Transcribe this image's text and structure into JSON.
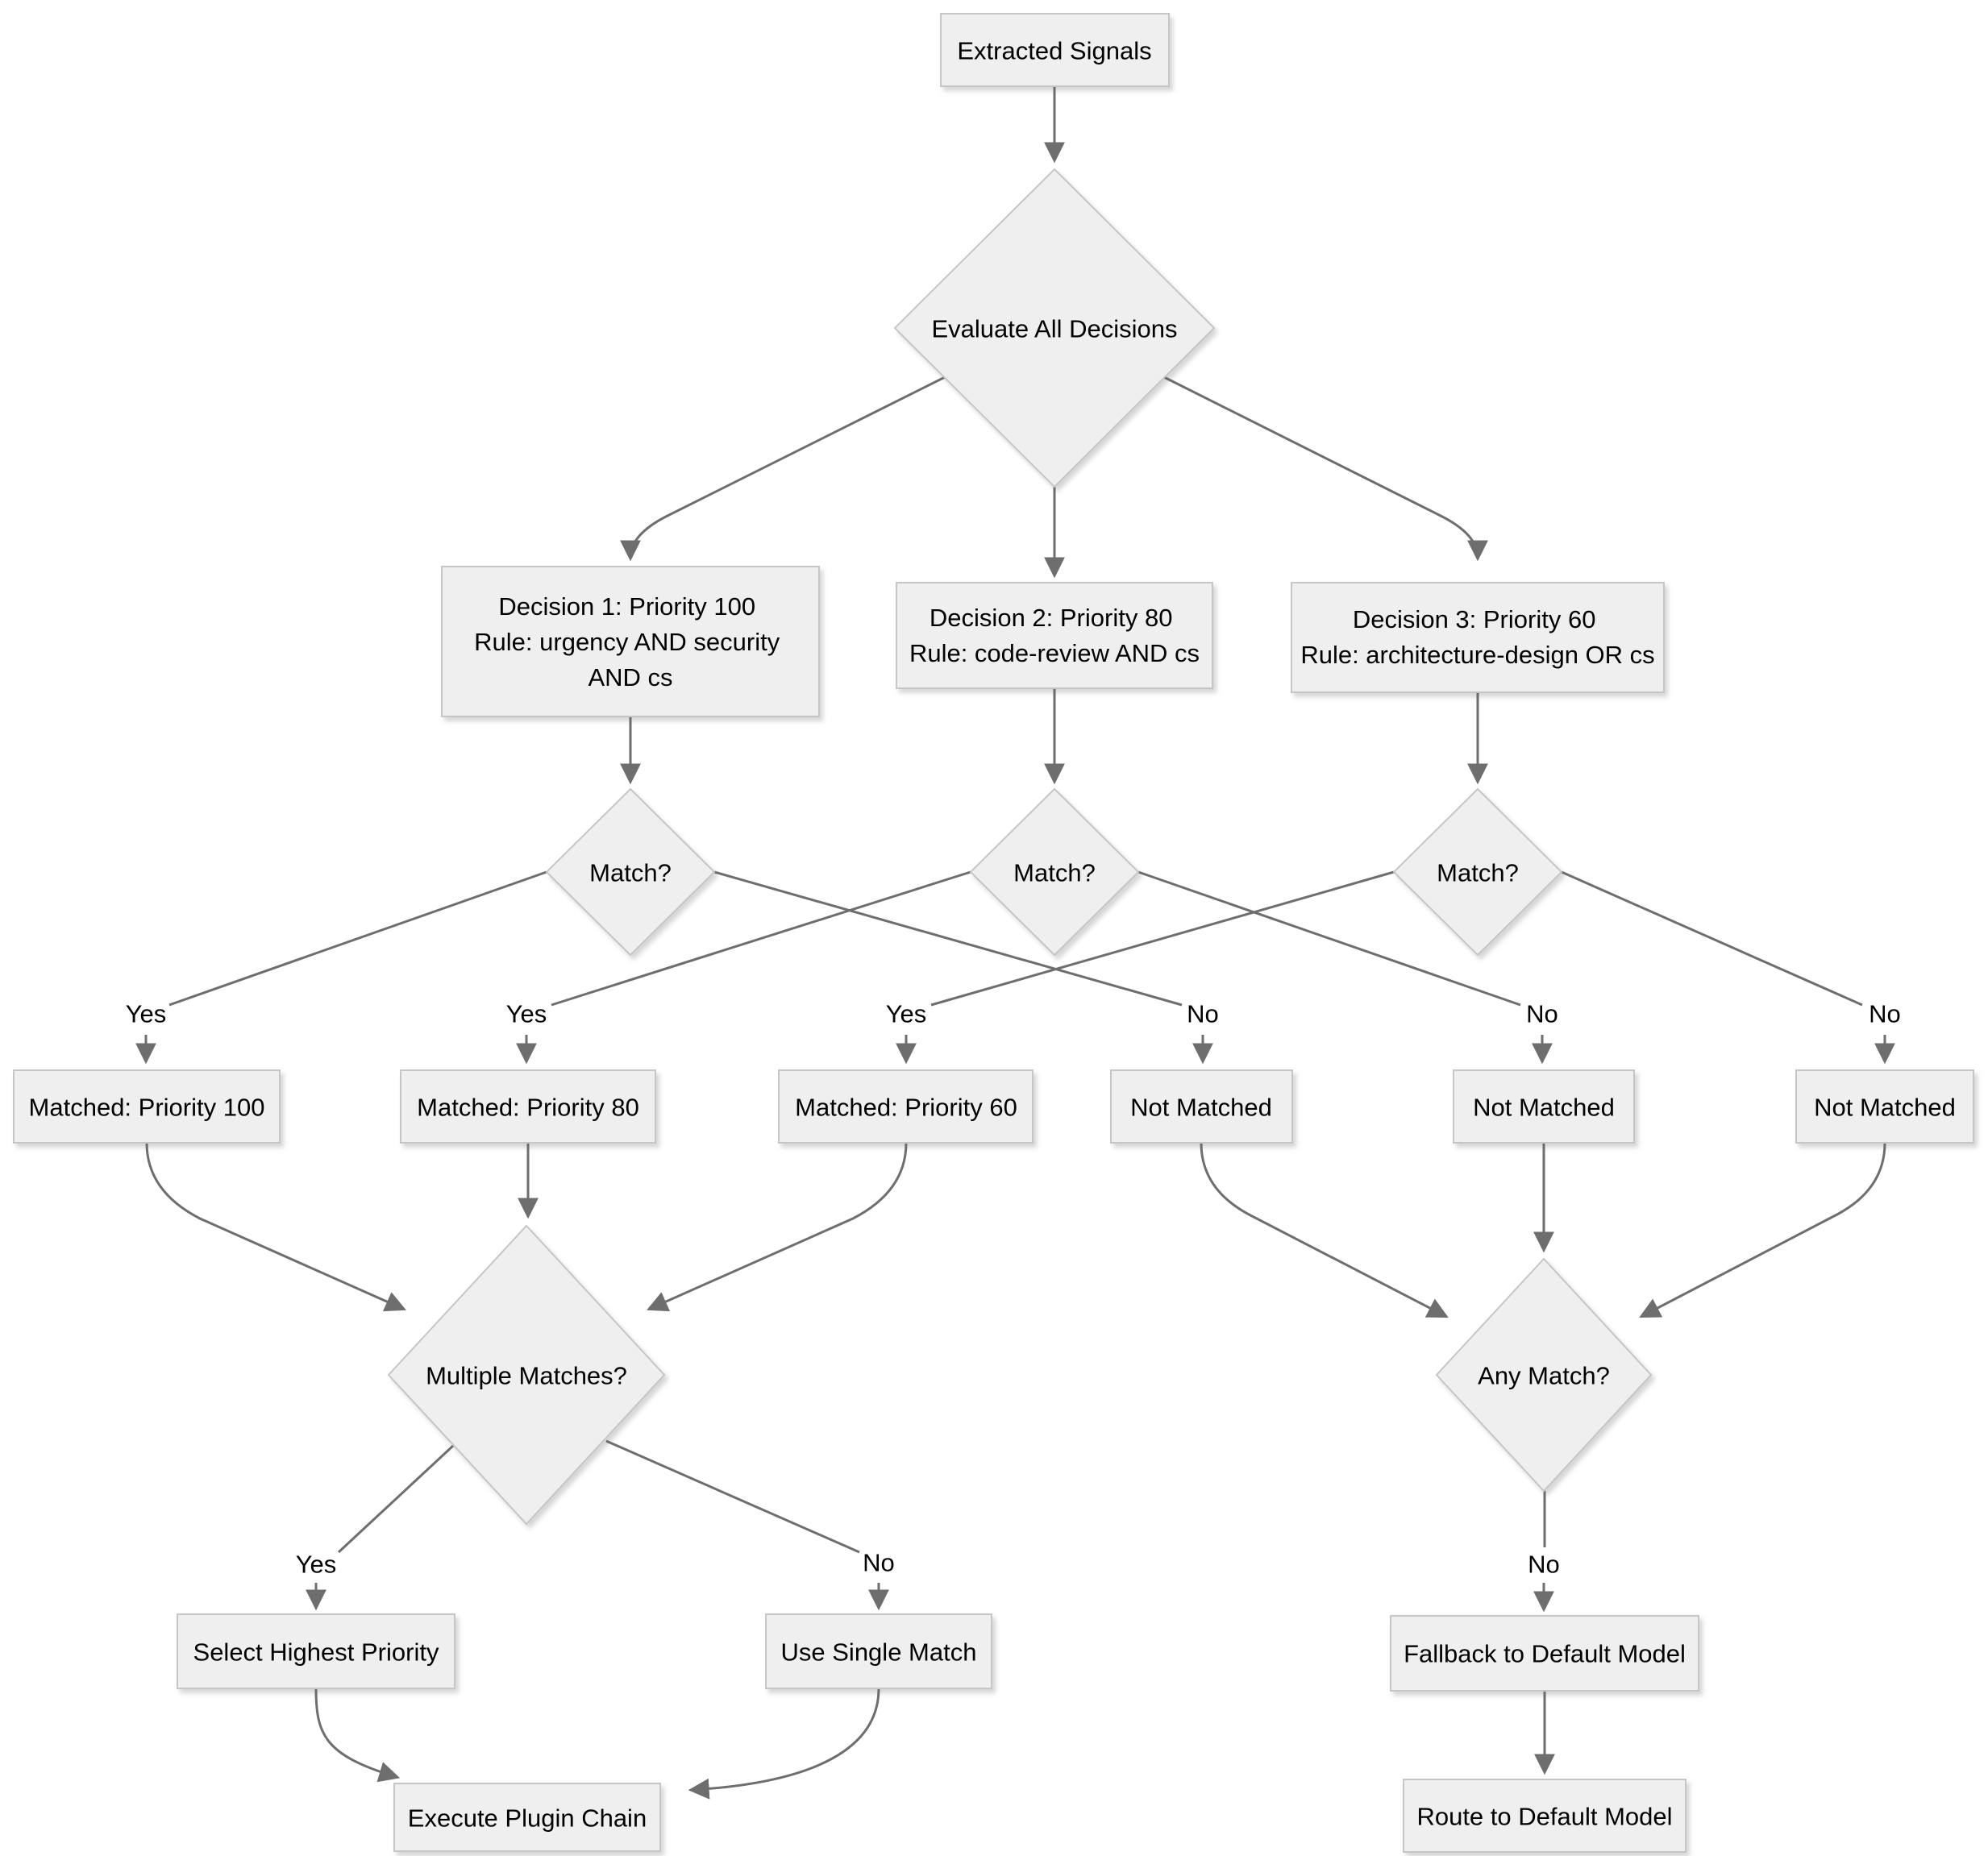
{
  "colors": {
    "background": "#ffffff",
    "node_fill": "#efefef",
    "node_border": "#c6c6c6",
    "edge": "#6e6e6e",
    "text": "#000000"
  },
  "nodes": {
    "extracted_signals": {
      "label": "Extracted Signals"
    },
    "evaluate_all_decisions": {
      "label": "Evaluate All Decisions"
    },
    "decision1": {
      "lines": [
        "Decision 1: Priority 100",
        "Rule: urgency AND security",
        "AND cs"
      ]
    },
    "decision2": {
      "lines": [
        "Decision 2: Priority 80",
        "Rule: code-review AND cs"
      ]
    },
    "decision3": {
      "lines": [
        "Decision 3: Priority 60",
        "Rule: architecture-design OR cs"
      ]
    },
    "match1": {
      "label": "Match?"
    },
    "match2": {
      "label": "Match?"
    },
    "match3": {
      "label": "Match?"
    },
    "matched_100": {
      "label": "Matched: Priority 100"
    },
    "matched_80": {
      "label": "Matched: Priority 80"
    },
    "matched_60": {
      "label": "Matched: Priority 60"
    },
    "not_matched_1": {
      "label": "Not Matched"
    },
    "not_matched_2": {
      "label": "Not Matched"
    },
    "not_matched_3": {
      "label": "Not Matched"
    },
    "multiple_matches": {
      "label": "Multiple Matches?"
    },
    "any_match": {
      "label": "Any Match?"
    },
    "select_highest_priority": {
      "label": "Select Highest Priority"
    },
    "use_single_match": {
      "label": "Use Single Match"
    },
    "fallback_to_default": {
      "label": "Fallback to Default Model"
    },
    "execute_plugin_chain": {
      "label": "Execute Plugin Chain"
    },
    "route_to_default": {
      "label": "Route to Default Model"
    }
  },
  "edge_labels": {
    "match1_yes": "Yes",
    "match2_yes": "Yes",
    "match3_yes": "Yes",
    "match1_no": "No",
    "match2_no": "No",
    "match3_no": "No",
    "multiple_matches_yes": "Yes",
    "multiple_matches_no": "No",
    "any_match_no": "No"
  }
}
